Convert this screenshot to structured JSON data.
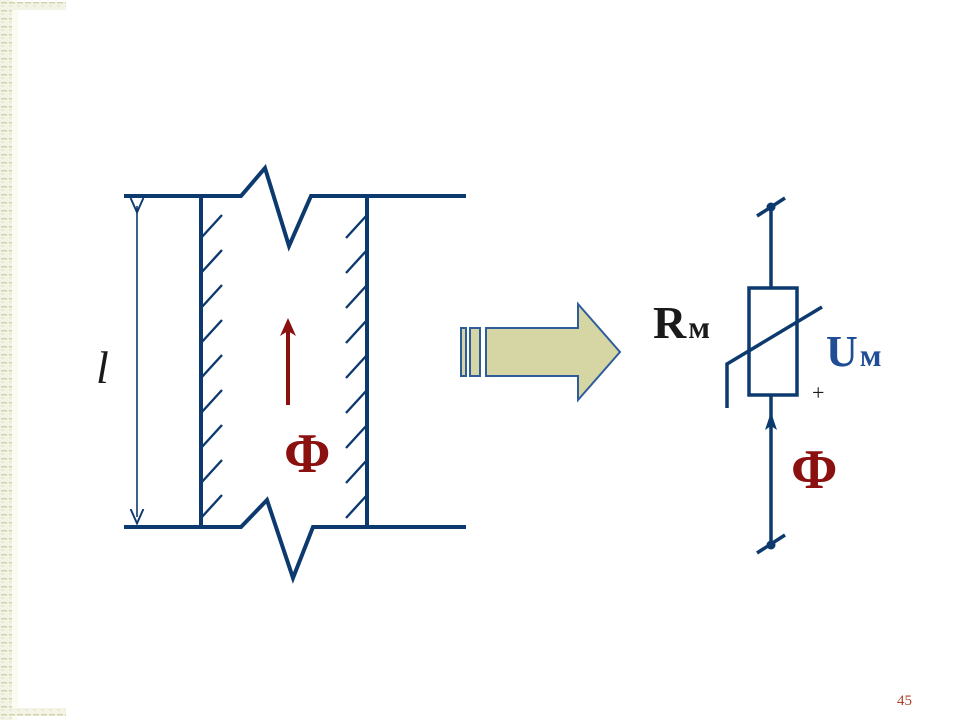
{
  "diagram": {
    "core_length_label": "l",
    "flux_label_left": "Φ",
    "resistance_label_main": "R",
    "resistance_label_sub": "м",
    "voltage_label_main": "U",
    "voltage_label_sub": "м",
    "polarity_label": "+",
    "flux_label_right": "Φ"
  },
  "slide": {
    "page_number": "45"
  },
  "colors": {
    "line": "#0d3a6e",
    "flux": "#8b1010",
    "arrow_fill": "#d6d6a4",
    "arrow_stroke": "#2f5d9c",
    "label_dark": "#1a1a1a",
    "label_blue": "#1f4e96"
  }
}
